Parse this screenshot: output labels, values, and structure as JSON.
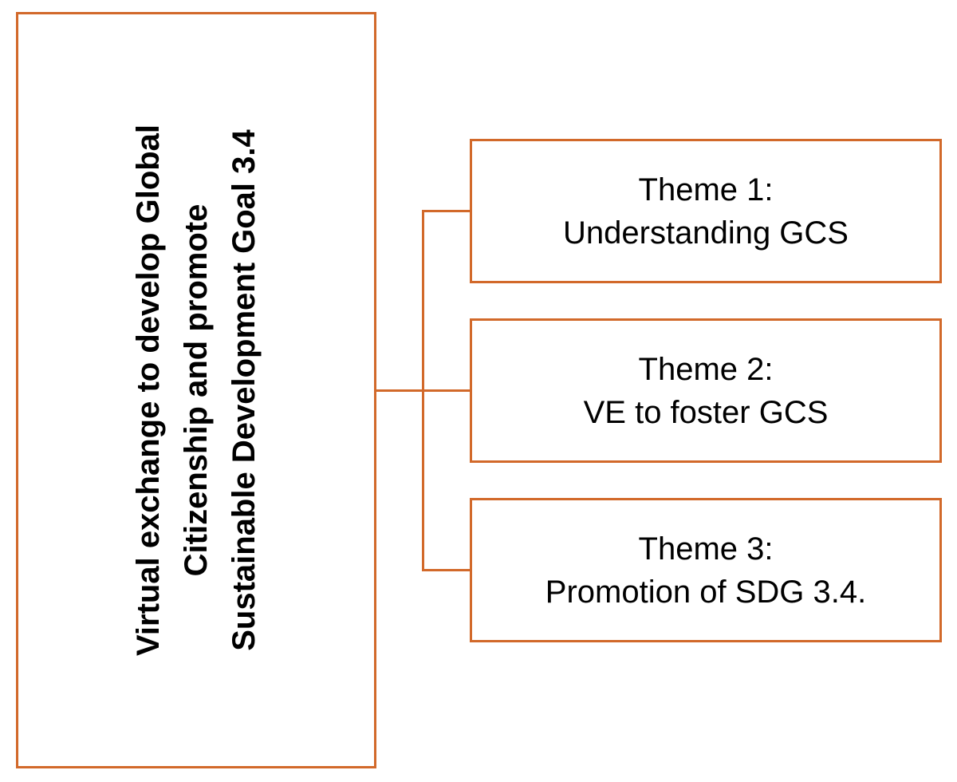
{
  "colors": {
    "accent": "#d2692a",
    "text": "#000000",
    "background": "#ffffff"
  },
  "main": {
    "lines": [
      "Virtual exchange to develop Global",
      "Citizenship and promote",
      "Sustainable Development Goal 3.4"
    ]
  },
  "themes": [
    {
      "title": "Theme 1:",
      "subtitle": "Understanding GCS"
    },
    {
      "title": "Theme 2:",
      "subtitle": "VE to foster GCS"
    },
    {
      "title": "Theme 3:",
      "subtitle": "Promotion of SDG 3.4."
    }
  ]
}
